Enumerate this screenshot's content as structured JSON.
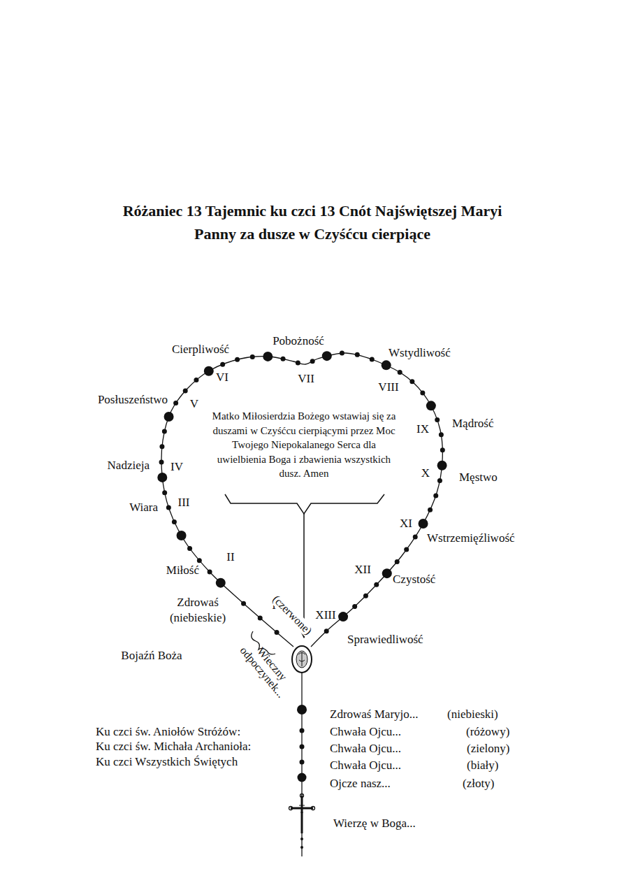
{
  "diagram": {
    "title": "Różaniec 13 Tajemnic ku czci 13 Cnót Najświętszej Maryi Panny za dusze w Czyśćcu cierpiące",
    "labels": [
      "Cierpliwość",
      "VI",
      "Pobożność",
      "VII",
      "Wstydliwość",
      "VIII",
      "Posłuszeństwo",
      "V",
      "Matko Miłosierdzia Bożego wstawiaj się za duszami w Czyśćcu cierpiącymi przez Moc Twojego Niepokalanego Serca dla uwielbienia Boga i zbawienia wszystkich dusz. Amen",
      "Mądrość",
      "IX",
      "Nadzieja",
      "IV",
      "X",
      "Męstwo",
      "Wiara",
      "III",
      "XI",
      "Wstrzemięźliwość",
      "II",
      "Miłość",
      "XII",
      "Czystość",
      "Zdrowaś",
      "(niebieskie)",
      "I",
      "(czerwone)",
      "XIII",
      "Sprawiedliwość",
      "Bojaźń Boża",
      "Wieczny odpoczynek...",
      "Ku czci św. Aniołów Stróżów:",
      "Ku czci św. Michała Archanioła:",
      "Ku czci Wszystkich Świętych",
      "Zdrowaś Maryjo...",
      "(niebieski)",
      "Chwała Ojcu...",
      "(różowy)",
      "Chwała Ojcu...",
      "(zielony)",
      "Chwała Ojcu...",
      "(biały)",
      "Ojcze nasz...",
      "(złoty)",
      "Wierzę w Boga..."
    ]
  }
}
